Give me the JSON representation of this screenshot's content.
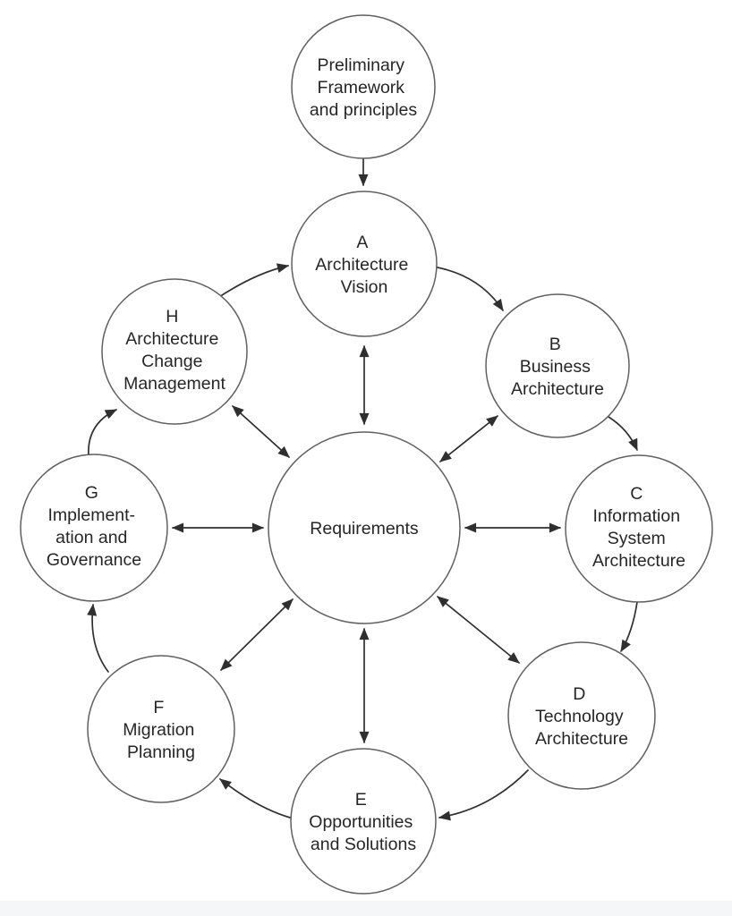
{
  "colors": {
    "page-bg": "#ffffff",
    "line": "#2f2f2f",
    "circle-stroke": "#606060",
    "text": "#262626",
    "footer-band": "#f5f6f8"
  },
  "diagram": {
    "nodes": {
      "preliminary": {
        "lines": [
          "Preliminary",
          "Framework",
          "and principles"
        ]
      },
      "a": {
        "lines": [
          "A",
          "Architecture",
          "Vision"
        ]
      },
      "b": {
        "lines": [
          "B",
          "Business",
          "Architecture"
        ]
      },
      "c": {
        "lines": [
          "C",
          "Information",
          "System",
          "Architecture"
        ]
      },
      "d": {
        "lines": [
          "D",
          "Technology",
          "Architecture"
        ]
      },
      "e": {
        "lines": [
          "E",
          "Opportunities",
          "and Solutions"
        ]
      },
      "f": {
        "lines": [
          "F",
          "Migration",
          "Planning"
        ]
      },
      "g": {
        "lines": [
          "G",
          "Implement-",
          "ation and",
          "Governance"
        ]
      },
      "h": {
        "lines": [
          "H",
          "Architecture",
          "Change",
          "Management"
        ]
      },
      "requirements": {
        "lines": [
          "Requirements"
        ]
      }
    }
  }
}
